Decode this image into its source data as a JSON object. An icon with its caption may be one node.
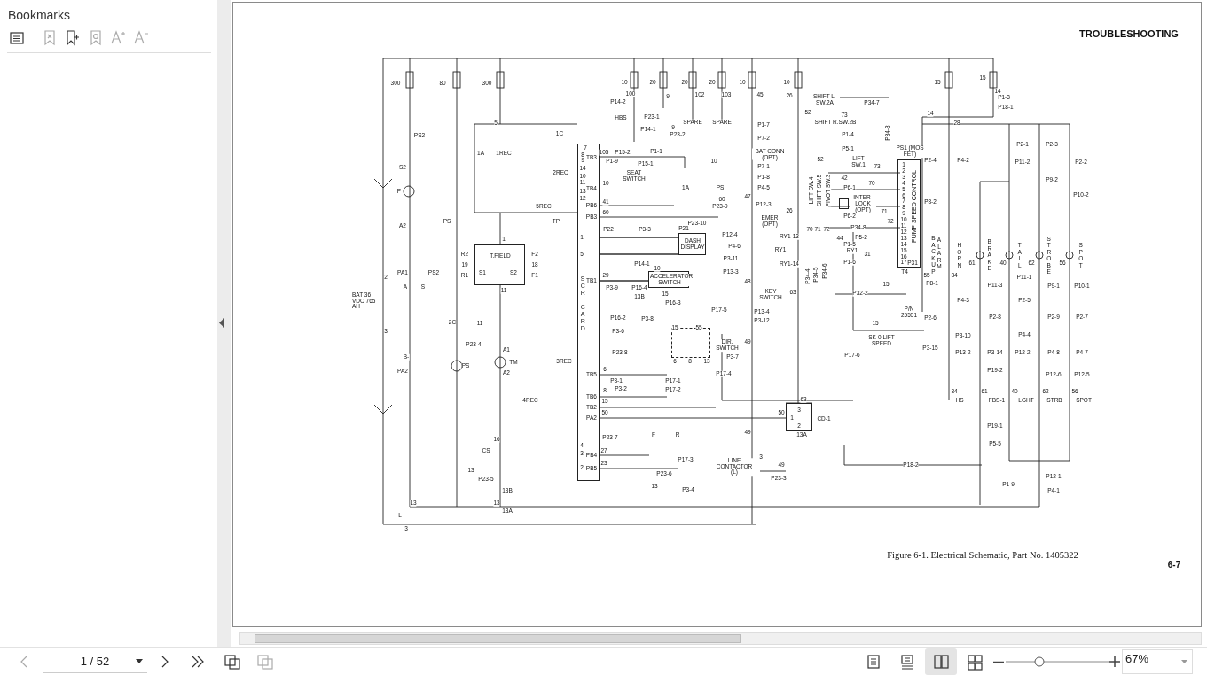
{
  "diagram": {
    "title": "TROUBLESHOOTING",
    "caption": "Figure 6-1. Electrical Schematic, Part No. 1405322",
    "nodes": [
      {
        "text": [
          "SCR CARD"
        ]
      },
      {
        "text": [
          "T.FIELD"
        ]
      },
      {
        "text": [
          "ACCELERATOR SWITCH"
        ]
      },
      {
        "text": [
          "DASH DISPLAY"
        ]
      },
      {
        "text": [
          "DIR. SWITCH"
        ]
      },
      {
        "text": [
          "CD-1"
        ]
      },
      {
        "text": [
          "PS1 (MOS FET)",
          "PUMP SPEED CONTROL",
          "P31"
        ]
      },
      {
        "text": [
          "INTER-LOCK (OPT)"
        ]
      }
    ],
    "labels": [
      "Bookmarks",
      "300",
      "80",
      "300",
      "10",
      "20",
      "20",
      "20",
      "10",
      "10",
      "15",
      "15",
      "100",
      "9",
      "102",
      "103",
      "45",
      "26",
      "14",
      "P14-2",
      "P1-3",
      "SHIFT L- SW.2A",
      "P34-7",
      "P18-1",
      "52",
      "73",
      "14",
      "5",
      "HBS",
      "P23-1",
      "SPARE",
      "SPARE",
      "SHIFT R.SW.2B",
      "28",
      "P1-7",
      "P14-1",
      "9",
      "P34-3",
      "1C",
      "PS2",
      "P23-2",
      "P1-4",
      "P7-2",
      "P2-1",
      "P2-3",
      "7",
      "P5-1",
      "1A",
      "1REC",
      "105",
      "P15-2",
      "P1-1",
      "BAT CONN (OPT)",
      "8",
      "TB3",
      "9",
      "P1-9",
      "P15-1",
      "10",
      "52",
      "LIFT SW.1",
      "P2-4",
      "P4-2",
      "P11-2",
      "P2-2",
      "S2",
      "P7-1",
      "73",
      "14",
      "2REC",
      "SEAT SWITCH",
      "10",
      "P1-8",
      "42",
      "P9-2",
      "11",
      "10",
      "70",
      "P",
      "13",
      "TB4",
      "1A",
      "PS",
      "P4-5",
      "P6-1",
      "LIFT SW.4",
      "SHIFT SW.5",
      "PIVOT SW.3",
      "12",
      "60",
      "47",
      "P10-2",
      "41",
      "P8-2",
      "PB6",
      "P23-9",
      "P12-3",
      "5REC",
      "PB3",
      "60",
      "26",
      "P6-2",
      "71",
      "PS",
      "TP",
      "P23-10",
      "EMER (OPT)",
      "72",
      "A2",
      "P22",
      "P3-3",
      "P21",
      "70",
      "71",
      "72",
      "P34-8",
      "1",
      "1",
      "P12-4",
      "RY1-13",
      "44",
      "P5-2",
      "P4-6",
      "P1-5",
      "R2",
      "F2",
      "5",
      "RY1",
      "RY1",
      "31",
      "19",
      "18",
      "P14-1",
      "10",
      "P3-11",
      "RY1-14",
      "P1-6",
      "BACKUP ALARM",
      "HORN",
      "61",
      "BRAKE",
      "40",
      "TAIL",
      "62",
      "STROBE",
      "56",
      "SPOT",
      "2",
      "PA1",
      "PS2",
      "R1",
      "S1",
      "S2",
      "F1",
      "29",
      "P13-3",
      "P34-4",
      "P34-5",
      "P34-6",
      "T4",
      "55",
      "34",
      "P11-1",
      "A",
      "S",
      "11",
      "TB1",
      "P3-9",
      "P16-4",
      "48",
      "KEY SWITCH",
      "63",
      "P32-2",
      "15",
      "P8-1",
      "P11-3",
      "P9-1",
      "P10-1",
      "BAT 36 VDC 765 AH",
      "13B",
      "15",
      "P16-3",
      "P4-3",
      "P2-5",
      "2C",
      "11",
      "P16-2",
      "P3-8",
      "15",
      "55",
      "P17-5",
      "P13-4",
      "P3-12",
      "15",
      "P/N 25551",
      "P2-6",
      "P2-8",
      "P2-9",
      "P2-7",
      "3",
      "P3-6",
      "P3-10",
      "P4-4",
      "B-",
      "P23-4",
      "A1",
      "P23-8",
      "P3-7",
      "49",
      "P17-6",
      "SK-0 LIFT SPEED",
      "P3-15",
      "P13-2",
      "P3-14",
      "P12-2",
      "P4-8",
      "P4-7",
      "PS",
      "TM",
      "3REC",
      "6",
      "8",
      "13",
      "PA2",
      "A2",
      "TB5",
      "6",
      "P3-1",
      "P17-1",
      "P17-4",
      "P19-2",
      "P12-6",
      "P12-5",
      "8",
      "P3-2",
      "P17-2",
      "34",
      "61",
      "40",
      "62",
      "56",
      "4REC",
      "TB6",
      "TB2",
      "PA2",
      "15",
      "50",
      "50",
      "1",
      "3",
      "63",
      "HS",
      "FBS-1",
      "LGHT",
      "STRB",
      "SPOT",
      "16",
      "P23-7",
      "F",
      "R",
      "49",
      "2",
      "13A",
      "P19-1",
      "P5-5",
      "13",
      "CS",
      "4",
      "3",
      "2",
      "PB4",
      "PB5",
      "27",
      "23",
      "P17-3",
      "LINE CONTACTOR (L)",
      "3",
      "49",
      "P18-2",
      "P23-5",
      "13B",
      "13",
      "P23-6",
      "P3-4",
      "P23-3",
      "P1-9",
      "P12-1",
      "P4-1",
      "13",
      "13",
      "L",
      "13A",
      "3",
      "1",
      "2",
      "3",
      "4",
      "5",
      "6",
      "7",
      "8",
      "9",
      "10",
      "11",
      "12",
      "13",
      "14",
      "15",
      "16",
      "17",
      "6-7",
      "1 / 52",
      "67%"
    ],
    "edges": [
      {
        "from": 0,
        "to": 3,
        "arrow": "none"
      },
      {
        "from": 0,
        "to": 3,
        "arrow": "none"
      },
      {
        "from": 0,
        "to": 2,
        "arrow": "none"
      },
      {
        "from": 0,
        "to": 5,
        "arrow": "none"
      }
    ]
  }
}
